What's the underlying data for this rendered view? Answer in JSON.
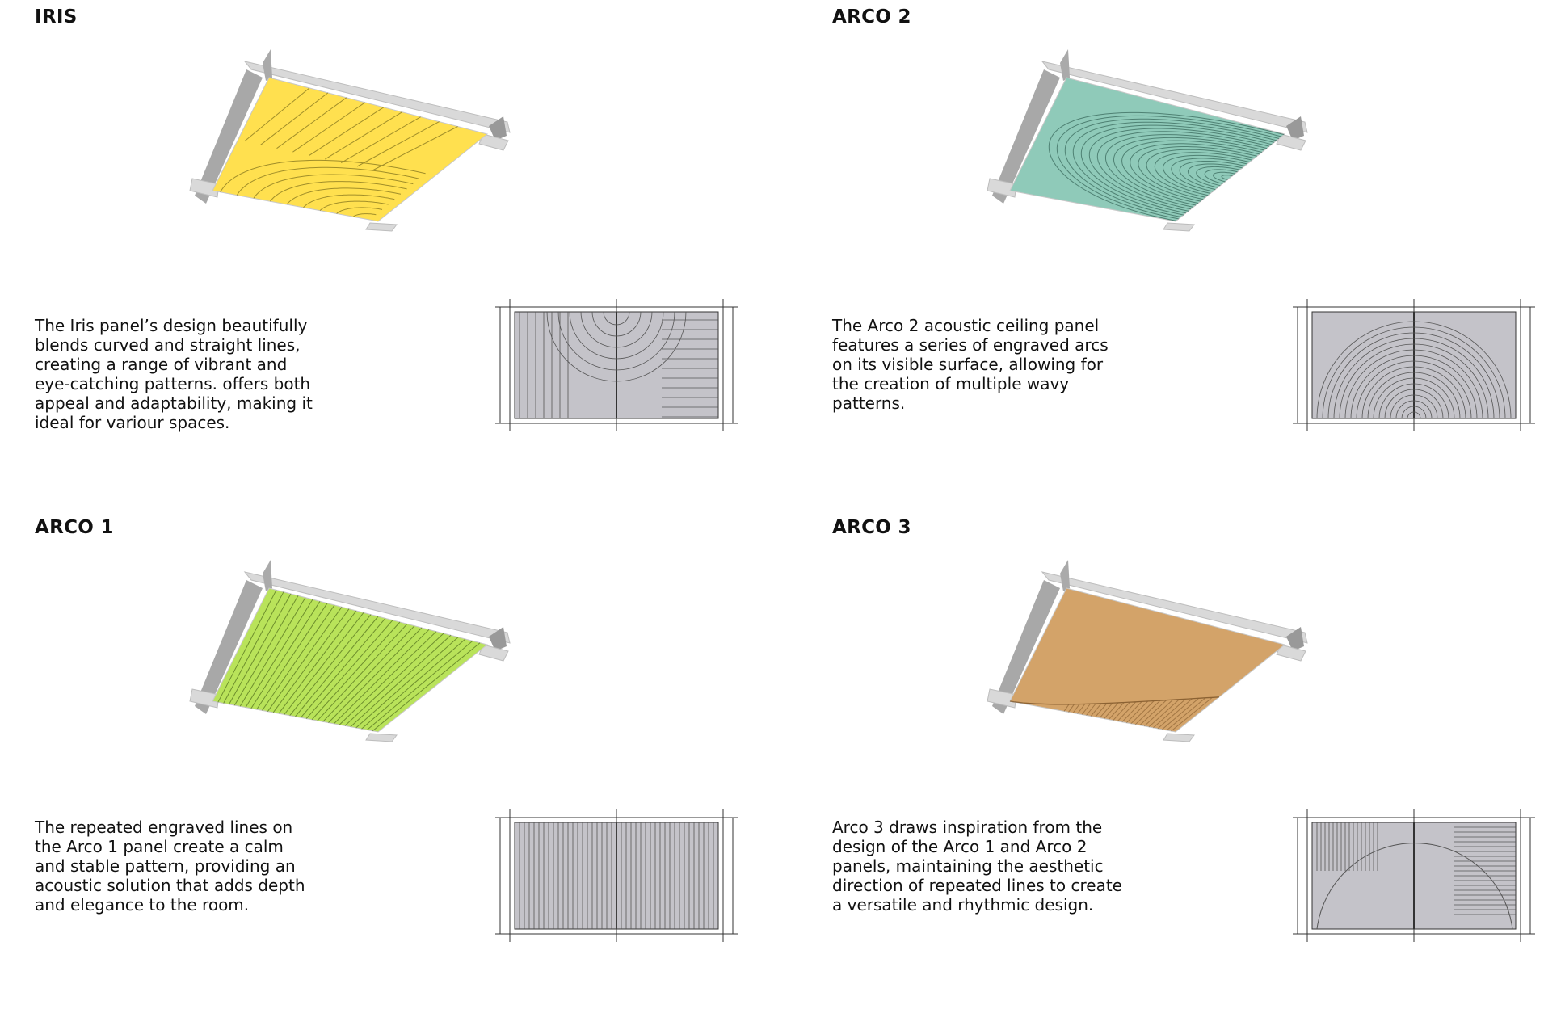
{
  "panels": [
    {
      "id": "iris",
      "title": "IRIS",
      "description": "The Iris panel’s design beautifully\nblends curved and straight lines,\ncreating a range of vibrant and\neye-catching patterns. offers both\nappeal and adaptability, making it\nideal for variour spaces.",
      "color": "#ffe04f",
      "line_color": "#8a7a20",
      "pattern": "iris"
    },
    {
      "id": "arco-2",
      "title": "ARCO 2",
      "description": "The Arco 2 acoustic ceiling panel\nfeatures a series of engraved arcs\non its visible surface, allowing for\nthe creation of  multiple wavy\npatterns.",
      "color": "#8fcab9",
      "line_color": "#3f6f62",
      "pattern": "arcs"
    },
    {
      "id": "arco-1",
      "title": "ARCO 1",
      "description": "The repeated engraved lines on\nthe Arco 1 panel create a calm\nand stable pattern, providing an\nacoustic solution that adds depth\nand elegance to the room.",
      "color": "#b9e35a",
      "line_color": "#5b7a23",
      "pattern": "lines"
    },
    {
      "id": "arco-3",
      "title": "ARCO 3",
      "description": "Arco 3 draws inspiration from the\ndesign of the Arco 1 and Arco 2\npanels, maintaining the aesthetic\ndirection of repeated lines to create\na versatile and rhythmic design.",
      "color": "#d3a369",
      "line_color": "#7a5226",
      "pattern": "mixed"
    }
  ],
  "plan_style": {
    "fill": "#c4c3c9",
    "stroke": "#555555",
    "frame": "#333333"
  },
  "frame_color": "#d9d9d9"
}
